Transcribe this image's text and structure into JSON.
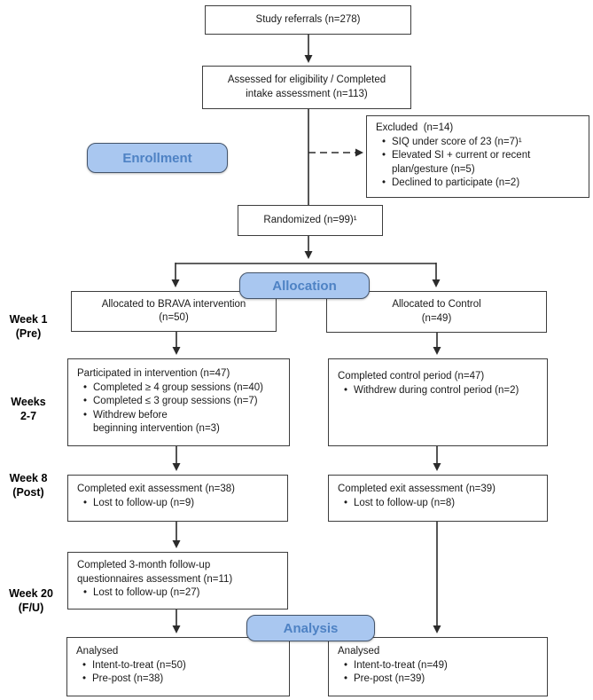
{
  "diagram": {
    "stage_pills": {
      "enrollment": "Enrollment",
      "allocation": "Allocation",
      "analysis": "Analysis"
    },
    "week_labels": {
      "week1": "Week 1\n(Pre)",
      "weeks2_7": "Weeks\n2-7",
      "week8": "Week 8\n(Post)",
      "week20": "Week 20\n(F/U)"
    },
    "boxes": {
      "study_referrals": {
        "text": "Study referrals (n=278)"
      },
      "assessed": {
        "text": "Assessed for eligibility / Completed\nintake assessment (n=113)"
      },
      "excluded": {
        "title": "Excluded  (n=14)",
        "bullets": [
          "SIQ under score of 23 (n=7)¹",
          "Elevated SI + current or recent\nplan/gesture (n=5)",
          "Declined to participate (n=2)"
        ]
      },
      "randomized": {
        "text": "Randomized (n=99)¹"
      },
      "alloc_intervention": {
        "text": "Allocated to BRAVA intervention\n(n=50)"
      },
      "alloc_control": {
        "text": "Allocated to Control\n(n=49)"
      },
      "participated": {
        "title": "Participated in intervention (n=47)",
        "bullets": [
          "Completed ≥ 4 group sessions (n=40)",
          "Completed ≤ 3 group sessions (n=7)",
          "Withdrew before\nbeginning intervention (n=3)"
        ]
      },
      "control_period": {
        "title": "Completed control period (n=47)",
        "bullets": [
          "Withdrew during control period (n=2)"
        ]
      },
      "exit_intervention": {
        "title": "Completed exit assessment (n=38)",
        "bullets": [
          "Lost to follow-up (n=9)"
        ]
      },
      "exit_control": {
        "title": "Completed exit assessment (n=39)",
        "bullets": [
          "Lost to follow-up (n=8)"
        ]
      },
      "followup": {
        "title": "Completed 3-month follow-up\nquestionnaires assessment (n=11)",
        "bullets": [
          "Lost to follow-up (n=27)"
        ]
      },
      "analysed_intervention": {
        "title": "Analysed",
        "bullets": [
          "Intent-to-treat (n=50)",
          "Pre-post (n=38)"
        ]
      },
      "analysed_control": {
        "title": "Analysed",
        "bullets": [
          "Intent-to-treat (n=49)",
          "Pre-post (n=39)"
        ]
      }
    },
    "colors": {
      "pill_fill": "#a9c7f0",
      "pill_text": "#4e82c4",
      "pill_border": "#44546a",
      "box_border": "#3d3d3d",
      "line": "#3d3d3d",
      "text": "#1a1a1a"
    }
  }
}
